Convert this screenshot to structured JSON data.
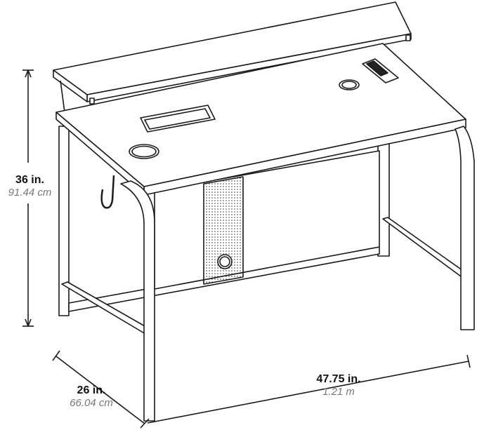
{
  "dimensions": {
    "height": {
      "imperial": "36 in.",
      "metric": "91.44 cm"
    },
    "depth": {
      "imperial": "26 in.",
      "metric": "66.04 cm"
    },
    "width": {
      "imperial": "47.75 in.",
      "metric": "1.21 m"
    }
  },
  "colors": {
    "line": "#1a1a1a",
    "metric_text": "#777777"
  }
}
